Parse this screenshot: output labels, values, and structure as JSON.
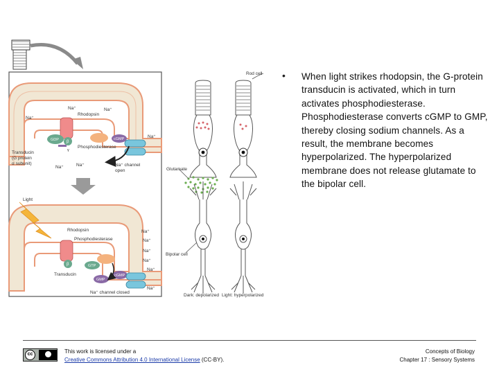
{
  "diagram": {
    "labels": {
      "na_plus": "Na⁺",
      "rhodopsin": "Rhodopsin",
      "gdp": "GDP",
      "beta": "β",
      "gamma": "γ",
      "cgmp": "cGMP",
      "phosphodiesterase": "Phosphodiesterase",
      "transducin_g_protein": "Transducin",
      "g_protein_line": "(G protein",
      "alpha_subunit_line": "α subunit)",
      "na_channel_open_line1": "Na⁺ channel",
      "na_channel_open_line2": "open",
      "light": "Light",
      "gtp": "GTP",
      "gmp": "GMP",
      "transducin": "Transducin",
      "na_channel_closed": "Na⁺ channel closed",
      "rod_cell": "Rod cell",
      "glutamate": "Glutamate",
      "bipolar_cell": "Bipolar cell",
      "dark_depolarized": "Dark: depolarized",
      "light_hyperpolarized": "Light: hyperpolarized"
    }
  },
  "bullet": {
    "text": "When light strikes rhodopsin, the G-protein transducin is activated, which in turn activates phosphodiesterase. Phosphodiesterase converts cGMP to GMP, thereby closing sodium channels. As a result, the membrane becomes hyperpolarized. The hyperpolarized membrane does not release glutamate to the bipolar cell."
  },
  "footer": {
    "license_prefix": "This work is licensed under a",
    "license_link": "Creative Commons Attribution 4.0 International License",
    "license_suffix": " (CC-BY).",
    "course_title": "Concepts of Biology",
    "chapter": "Chapter 17 : Sensory Systems",
    "badge_cc": "cc"
  },
  "colors": {
    "membrane_fill": "#f1e7d4",
    "membrane_edge": "#e99a78",
    "rhodopsin": "#f08b8b",
    "transducin": "#6aa98e",
    "phosphodiesterase": "#f4b27e",
    "cgmp": "#8a6aa6",
    "channel": "#79c6dd",
    "glutamate": "#6cae52",
    "light_bolt": "#f4b53a"
  }
}
